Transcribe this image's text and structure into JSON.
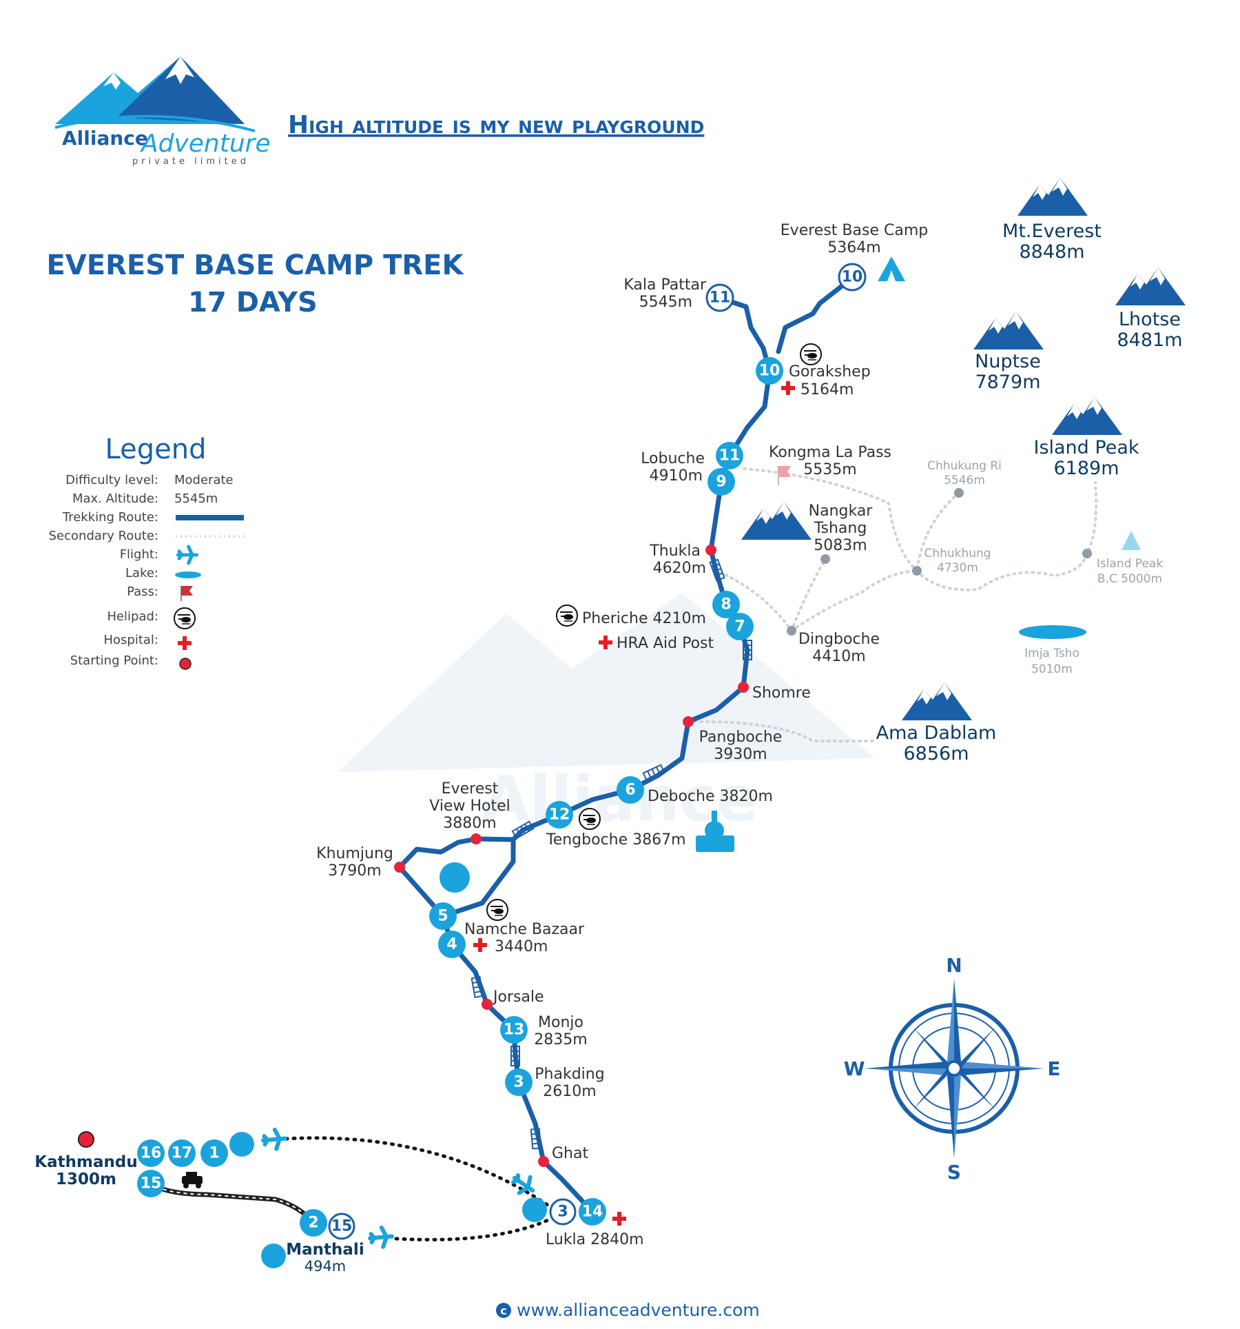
{
  "brand": {
    "name_left": "Alliance",
    "name_right": "Adventure",
    "sub": "private limited"
  },
  "tagline": "High altitude is my new playground",
  "title": {
    "line1": "EVEREST BASE CAMP TREK",
    "line2": "17 DAYS"
  },
  "legend": {
    "heading": "Legend",
    "rows": [
      {
        "label": "Difficulty level:",
        "value": "Moderate"
      },
      {
        "label": "Max. Altitude:",
        "value": "5545m"
      },
      {
        "label": "Trekking Route:"
      },
      {
        "label": "Secondary Route:"
      },
      {
        "label": "Flight:"
      },
      {
        "label": "Lake:"
      },
      {
        "label": "Pass:"
      },
      {
        "label": "Helipad:"
      },
      {
        "label": "Hospital:"
      },
      {
        "label": "Starting Point:"
      }
    ]
  },
  "colors": {
    "route": "#1a5fa8",
    "marker": "#1ba3dd",
    "start": "#e5243b",
    "hospital": "#e31e24",
    "secondary": "#c8cdd2",
    "heading": "#1a5fa8"
  },
  "places": {
    "ebc": {
      "name": "Everest Base Camp",
      "alt": "5364m"
    },
    "kala_pattar": {
      "name": "Kala Pattar",
      "alt": "5545m"
    },
    "gorakshep": {
      "name": "Gorakshep",
      "alt": "5164m"
    },
    "kongma": {
      "name": "Kongma La Pass",
      "alt": "5535m"
    },
    "lobuche": {
      "name": "Lobuche",
      "alt": "4910m"
    },
    "nangkar": {
      "line1": "Nangkar",
      "line2": "Tshang",
      "alt": "5083m"
    },
    "thukla": {
      "name": "Thukla",
      "alt": "4620m"
    },
    "pheriche": "Pheriche 4210m",
    "hra": "HRA Aid Post",
    "dingboche": {
      "name": "Dingboche",
      "alt": "4410m"
    },
    "shomre": "Shomre",
    "pangboche": {
      "name": "Pangboche",
      "alt": "3930m"
    },
    "deboche": "Deboche 3820m",
    "tengboche": "Tengboche 3867m",
    "evh": {
      "line1": "Everest",
      "line2": "View Hotel",
      "alt": "3880m"
    },
    "khumjung": {
      "name": "Khumjung",
      "alt": "3790m"
    },
    "namche": {
      "name": "Namche Bazaar",
      "alt": "3440m"
    },
    "jorsale": "Jorsale",
    "monjo": {
      "name": "Monjo",
      "alt": "2835m"
    },
    "phakding": {
      "name": "Phakding",
      "alt": "2610m"
    },
    "ghat": "Ghat",
    "lukla": "Lukla 2840m",
    "kathmandu": {
      "name": "Kathmandu",
      "alt": "1300m"
    },
    "manthali": {
      "name": "Manthali",
      "alt": "494m"
    },
    "chhukung_ri": {
      "name": "Chhukung Ri",
      "alt": "5546m"
    },
    "chhukhung": {
      "name": "Chhukhung",
      "alt": "4730m"
    },
    "island_bc": {
      "line1": "Island Peak",
      "line2": "B.C 5000m"
    },
    "imja": {
      "name": "Imja Tsho",
      "alt": "5010m"
    }
  },
  "peaks": [
    {
      "name": "Mt.Everest",
      "alt": "8848m"
    },
    {
      "name": "Lhotse",
      "alt": "8481m"
    },
    {
      "name": "Nuptse",
      "alt": "7879m"
    },
    {
      "name": "Island Peak",
      "alt": "6189m"
    },
    {
      "name": "Ama Dablam",
      "alt": "6856m"
    }
  ],
  "days": [
    "1",
    "2",
    "3",
    "3",
    "4",
    "5",
    "6",
    "7",
    "8",
    "9",
    "10",
    "10",
    "11",
    "11",
    "12",
    "13",
    "14",
    "15",
    "15",
    "16",
    "17"
  ],
  "compass": {
    "n": "N",
    "s": "S",
    "e": "E",
    "w": "W"
  },
  "footer": {
    "url": "www.allianceadventure.com",
    "copyright": "c"
  }
}
